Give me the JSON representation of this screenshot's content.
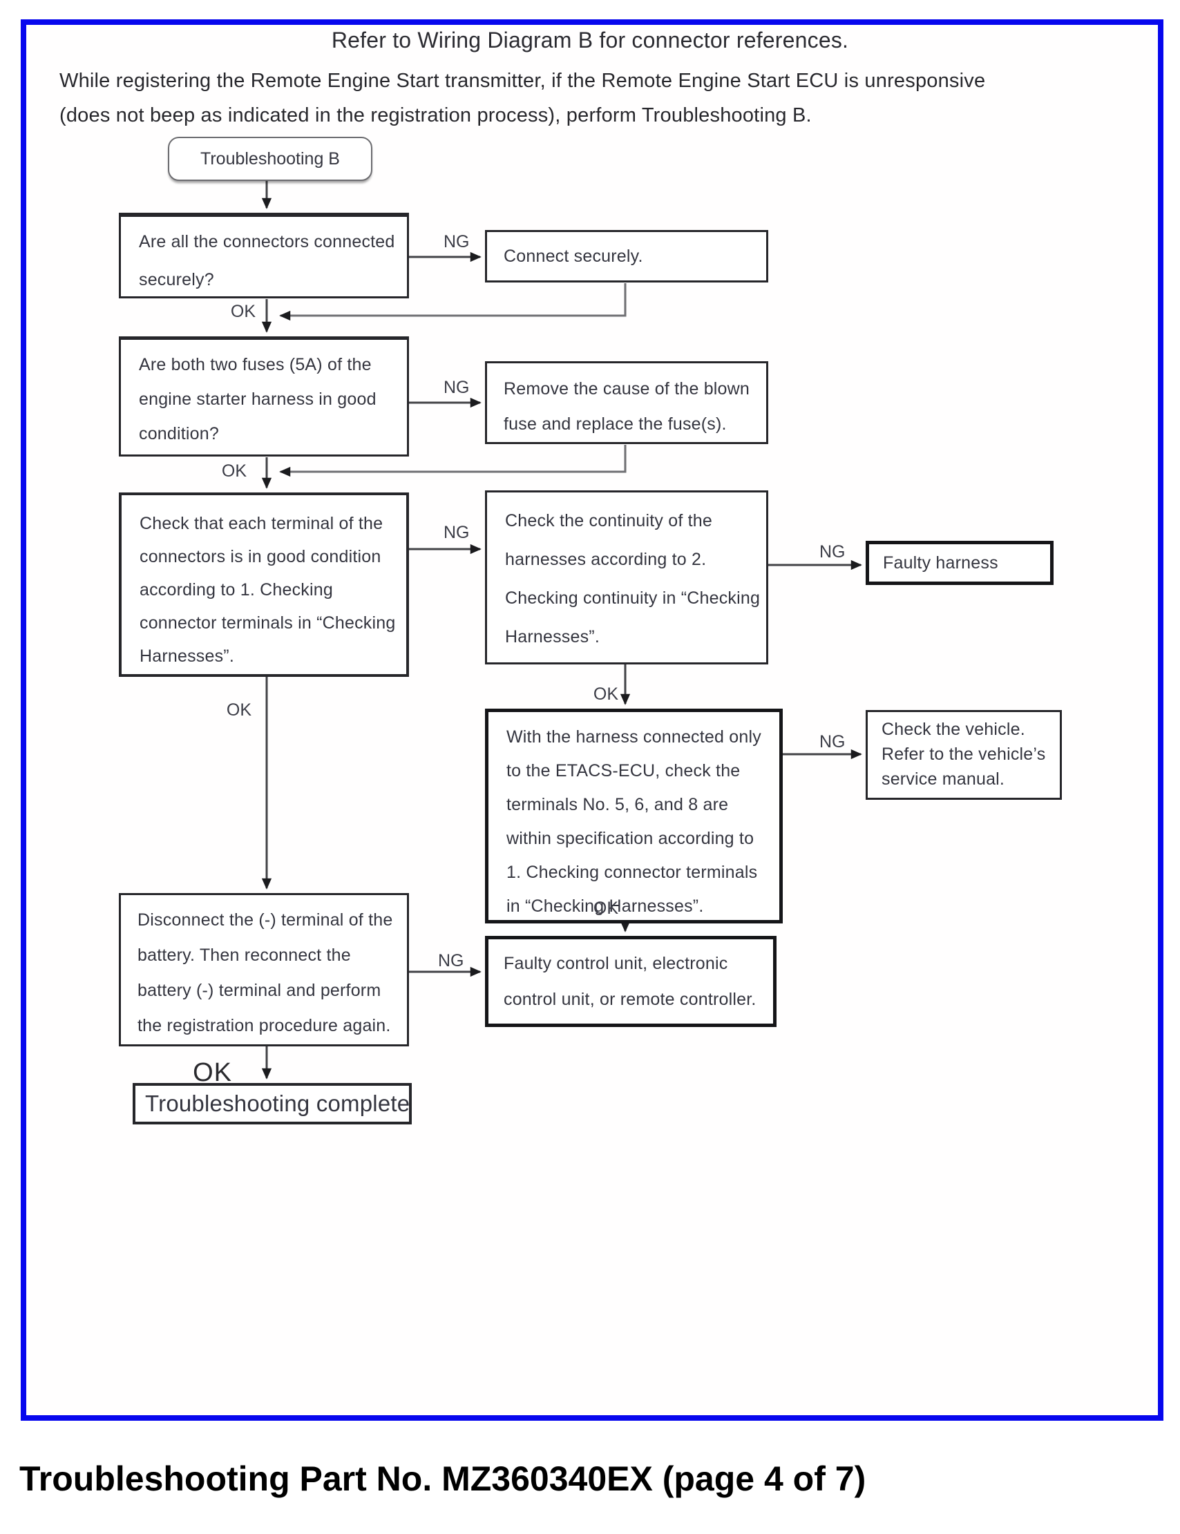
{
  "page": {
    "frame_color": "#0707ee",
    "title": "Refer to Wiring Diagram B for connector references.",
    "intro": [
      "While registering the Remote Engine Start transmitter, if the Remote Engine Start ECU is unresponsive",
      "(does not beep as indicated in the registration process), perform Troubleshooting B."
    ],
    "footer": "Troubleshooting Part No. MZ360340EX (page 4 of 7)"
  },
  "flowchart": {
    "ok_label": "OK",
    "ng_label": "NG",
    "start": {
      "label": "Troubleshooting B"
    },
    "steps": {
      "connectors_check": {
        "lines": [
          "Are all the connectors connected",
          "securely?"
        ]
      },
      "connect_securely": {
        "lines": [
          "Connect securely."
        ]
      },
      "fuses_check": {
        "lines": [
          "Are both two fuses (5A) of the",
          "engine starter harness in good",
          "condition?"
        ]
      },
      "remove_blown_fuse": {
        "lines": [
          "Remove the cause of the blown",
          "fuse and replace the fuse(s)."
        ]
      },
      "terminal_check": {
        "lines": [
          "Check that each terminal of the",
          "connectors is in good condition",
          "according to 1. Checking",
          "connector terminals in “Checking",
          "Harnesses”."
        ]
      },
      "continuity_check": {
        "lines": [
          "Check the continuity of the",
          "harnesses according to 2.",
          "Checking continuity in “Checking",
          "Harnesses”."
        ]
      },
      "faulty_harness": {
        "lines": [
          "Faulty harness"
        ]
      },
      "etacs_check": {
        "lines": [
          "With the harness connected only",
          "to the ETACS-ECU, check the",
          "terminals No. 5, 6, and 8 are",
          "within specification according to",
          "1. Checking connector terminals",
          "in “Checking Harnesses”."
        ]
      },
      "check_vehicle": {
        "lines": [
          "Check the vehicle.",
          "Refer to the vehicle’s",
          "service manual."
        ]
      },
      "faulty_control_unit": {
        "lines": [
          "Faulty control unit, electronic",
          "control unit, or remote controller."
        ]
      },
      "battery_reconnect": {
        "lines": [
          "Disconnect the (-) terminal of the",
          "battery. Then reconnect the",
          "battery (-) terminal and perform",
          "the registration procedure again."
        ]
      },
      "complete": {
        "lines": [
          "Troubleshooting complete"
        ]
      }
    }
  }
}
